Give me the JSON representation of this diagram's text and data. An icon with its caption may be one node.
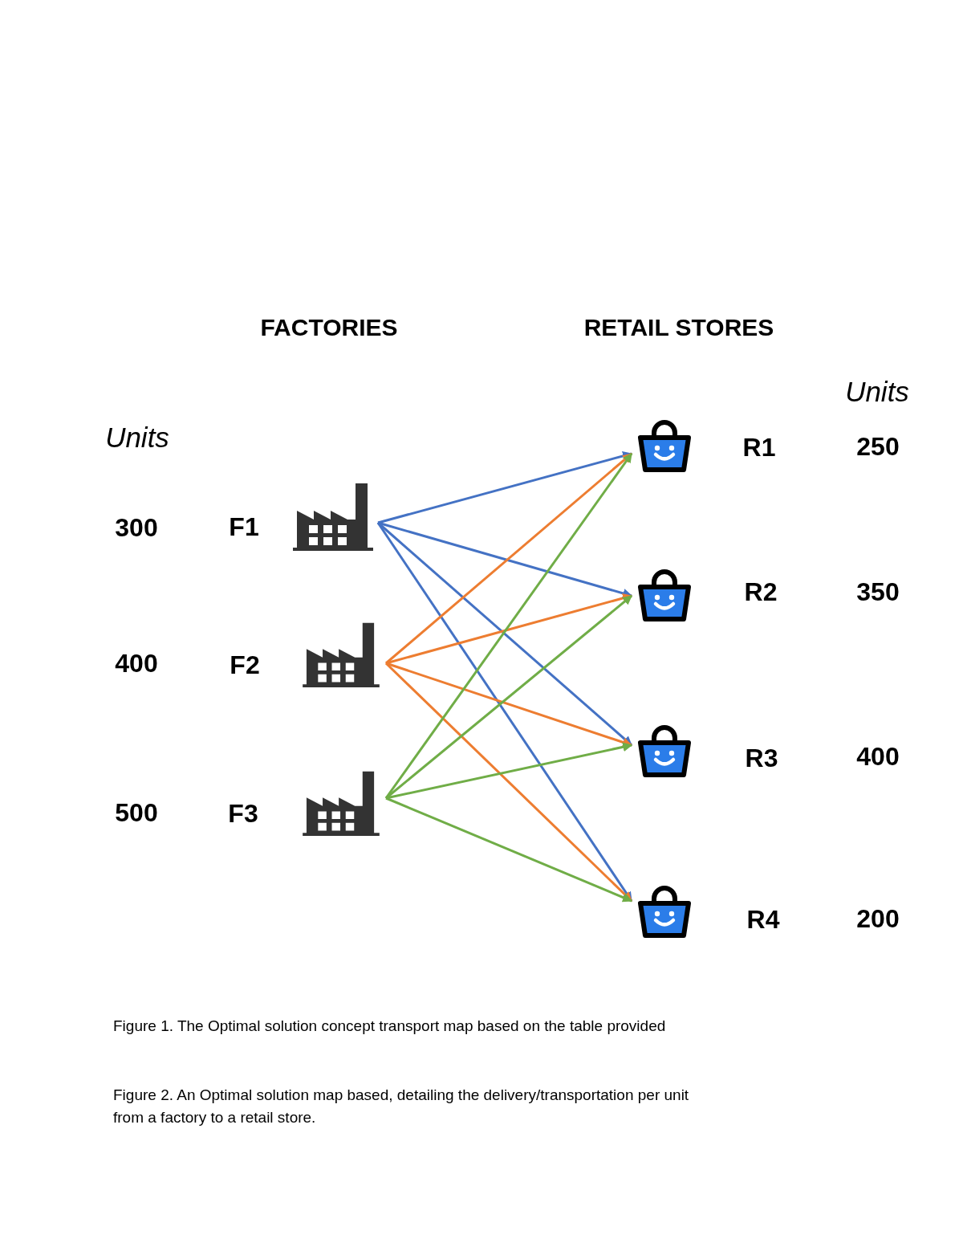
{
  "diagram": {
    "caption": "Figure 1. The Optimal solution concept transport map based on the table provided",
    "nodes": [
      {
        "text": [],
        "shape": "picture",
        "beside": [
          "300",
          "F1"
        ]
      },
      {
        "text": [],
        "shape": "picture",
        "beside": [
          "400",
          "F2"
        ]
      },
      {
        "text": [],
        "shape": "picture",
        "beside": [
          "500",
          "F3"
        ]
      },
      {
        "text": [],
        "shape": "picture",
        "beside": [
          "R1",
          "250"
        ]
      },
      {
        "text": [],
        "shape": "picture",
        "beside": [
          "R2",
          "350"
        ]
      },
      {
        "text": [],
        "shape": "picture",
        "beside": [
          "R3",
          "400"
        ]
      },
      {
        "text": [],
        "shape": "picture",
        "beside": [
          "R4",
          "200"
        ]
      }
    ],
    "edges": [
      {
        "from": 0,
        "to": 3,
        "arrow": "to",
        "color": "#4472c4"
      },
      {
        "from": 0,
        "to": 4,
        "arrow": "to",
        "color": "#4472c4"
      },
      {
        "from": 0,
        "to": 5,
        "arrow": "to",
        "color": "#4472c4"
      },
      {
        "from": 0,
        "to": 6,
        "arrow": "to",
        "color": "#4472c4"
      },
      {
        "from": 1,
        "to": 3,
        "arrow": "to",
        "color": "#ed7d31"
      },
      {
        "from": 1,
        "to": 4,
        "arrow": "to",
        "color": "#ed7d31"
      },
      {
        "from": 1,
        "to": 5,
        "arrow": "to",
        "color": "#ed7d31"
      },
      {
        "from": 1,
        "to": 6,
        "arrow": "to",
        "color": "#ed7d31"
      },
      {
        "from": 2,
        "to": 3,
        "arrow": "to",
        "color": "#70ad47"
      },
      {
        "from": 2,
        "to": 4,
        "arrow": "to",
        "color": "#70ad47"
      },
      {
        "from": 2,
        "to": 5,
        "arrow": "to",
        "color": "#70ad47"
      },
      {
        "from": 2,
        "to": 6,
        "arrow": "to",
        "color": "#70ad47"
      }
    ],
    "labels": [
      "FACTORIES",
      "RETAIL STORES",
      "Units",
      "Units",
      "Figure 2. An Optimal solution map based, detailing the delivery/transportation per unit from a factory to a retail store."
    ]
  }
}
